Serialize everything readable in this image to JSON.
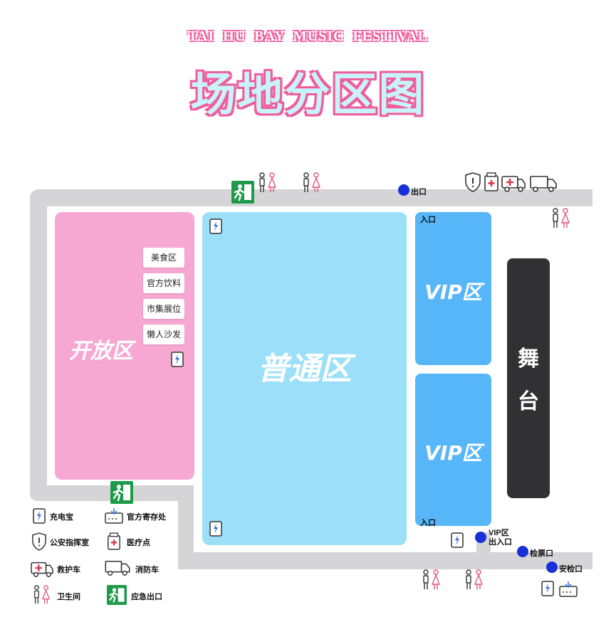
{
  "header": {
    "subtitle": "TAI HU BAY MUSIC FESTIVAL",
    "title": "场地分区图"
  },
  "zones": {
    "open": {
      "label": "开放区",
      "color": "#f6a7d2"
    },
    "regular": {
      "label": "普通区",
      "color": "#9be0f8"
    },
    "vip_top": {
      "label": "VIP区",
      "entrance": "入口",
      "color": "#56b6f8"
    },
    "vip_bottom": {
      "label": "VIP区",
      "entrance": "入口",
      "color": "#56b6f8"
    },
    "stage": {
      "line1": "舞",
      "line2": "台",
      "color": "#313133"
    }
  },
  "booths": [
    "美食区",
    "官方饮料",
    "市集展位",
    "懒人沙发"
  ],
  "points": {
    "exit": "出口",
    "vip_gate_line1": "VIP区",
    "vip_gate_line2": "出入口",
    "ticket_check": "检票口",
    "security_check": "安检口"
  },
  "legend": [
    {
      "icon": "power-bank-icon",
      "label": "充电宝"
    },
    {
      "icon": "storage-icon",
      "label": "官方寄存处"
    },
    {
      "icon": "police-shield-icon",
      "label": "公安指挥室"
    },
    {
      "icon": "medical-icon",
      "label": "医疗点"
    },
    {
      "icon": "ambulance-icon",
      "label": "救护车"
    },
    {
      "icon": "fire-truck-icon",
      "label": "消防车"
    },
    {
      "icon": "restroom-icon",
      "label": "卫生间"
    },
    {
      "icon": "emergency-exit-icon",
      "label": "应急出口"
    }
  ],
  "colors": {
    "accent_pink": "#ef5d9a",
    "road": "#d5d5d8",
    "gate_dot": "#1730d8",
    "exit_green": "#1f9a4a"
  }
}
